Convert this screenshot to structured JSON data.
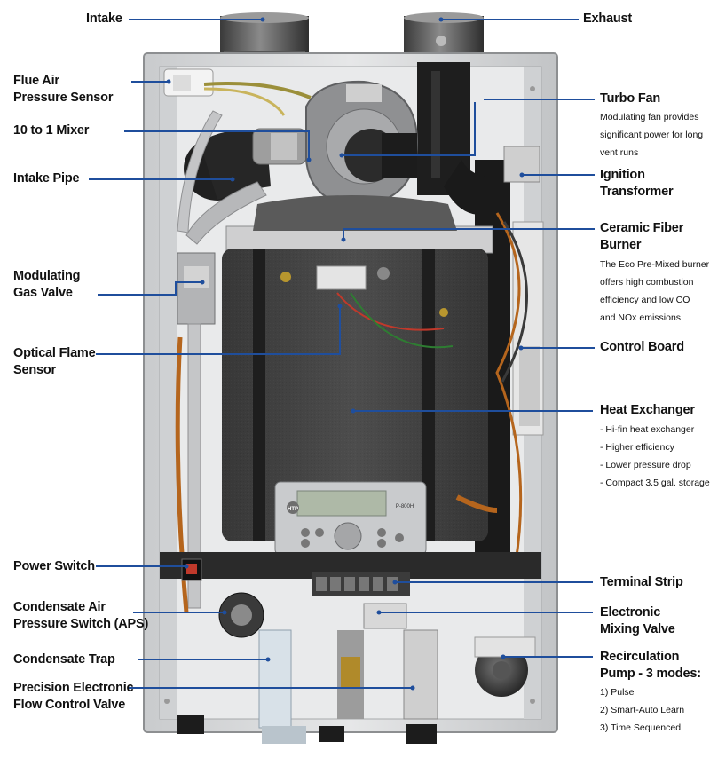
{
  "labels": {
    "intake": "Intake",
    "exhaust": "Exhaust",
    "flue_air_line1": "Flue Air",
    "flue_air_line2": "Pressure Sensor",
    "mixer": "10 to 1 Mixer",
    "intake_pipe": "Intake Pipe",
    "gas_valve_line1": "Modulating",
    "gas_valve_line2": "Gas Valve",
    "optical_line1": "Optical Flame",
    "optical_line2": "Sensor",
    "power_switch": "Power Switch",
    "aps_line1": "Condensate Air",
    "aps_line2": "Pressure Switch (APS)",
    "condensate_trap": "Condensate Trap",
    "flow_line1": "Precision Electronic",
    "flow_line2": "Flow Control Valve",
    "turbo_fan": "Turbo Fan",
    "ignition_line1": "Ignition",
    "ignition_line2": "Transformer",
    "burner_line1": "Ceramic Fiber",
    "burner_line2": "Burner",
    "control_board": "Control Board",
    "heat_exchanger": "Heat Exchanger",
    "terminal_strip": "Terminal Strip",
    "mixing_line1": "Electronic",
    "mixing_line2": "Mixing Valve",
    "recirc_line1": "Recirculation",
    "recirc_line2": "Pump - 3 modes:"
  },
  "descriptions": {
    "turbo_fan": [
      "Modulating fan provides",
      "significant power for long",
      "vent runs"
    ],
    "burner": [
      "The Eco Pre-Mixed burner",
      "offers high combustion",
      "efficiency and low CO",
      "and NOx emissions"
    ],
    "heat_exchanger": [
      "- Hi-fin heat exchanger",
      "- Higher efficiency",
      "- Lower pressure drop",
      "- Compact 3.5 gal. storage"
    ],
    "recirc": [
      "1) Pulse",
      "2) Smart-Auto Learn",
      "3) Time Sequenced"
    ]
  },
  "device": {
    "brand_badge": "HTP",
    "model": "P-800H"
  },
  "colors": {
    "leader_line": "#1f4e9c",
    "label_text": "#111111",
    "cabinet": "#d9dadb",
    "heat_exchanger": "#3f3f3f"
  }
}
